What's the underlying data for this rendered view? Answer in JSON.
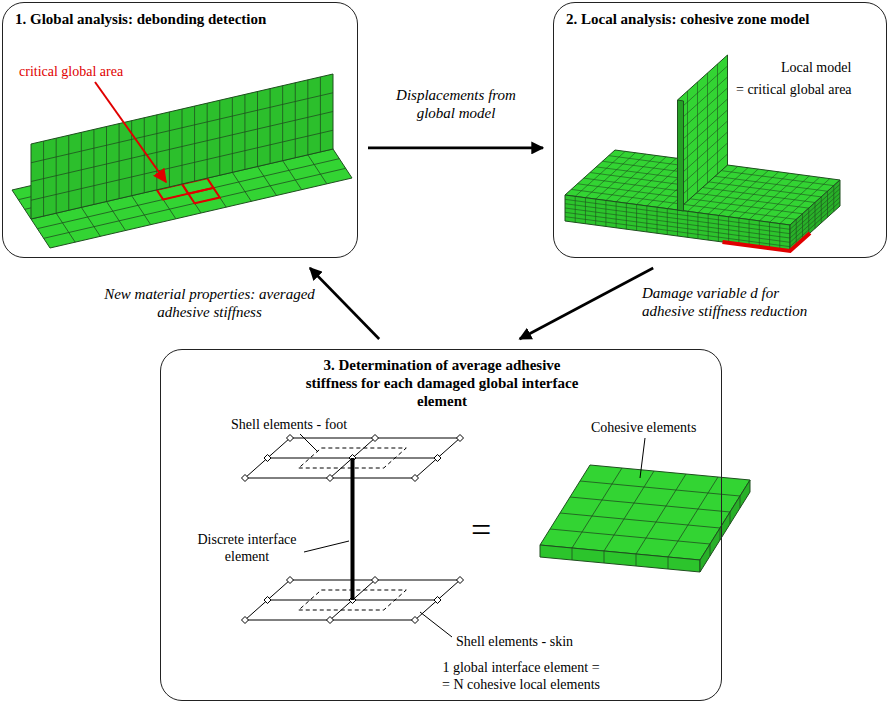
{
  "diagram": {
    "nodes": [
      {
        "text": [
          "1. Global analysis: debonding detection",
          "critical global area"
        ]
      },
      {
        "text": [
          "2. Local analysis: cohesive zone model",
          "Local model",
          "= critical global area"
        ]
      },
      {
        "text": [
          "3. Determination of average adhesive stiffness for each damaged global interface element",
          "Shell elements - foot",
          "Discrete interface element",
          "Shell elements - skin",
          "=",
          "Cohesive elements",
          "1 global interface element =",
          "= N cohesive local elements"
        ]
      }
    ],
    "edges": [
      {
        "from": 0,
        "to": 1,
        "arrow": "to",
        "label": "Displacements from global model"
      },
      {
        "from": 1,
        "to": 2,
        "arrow": "to",
        "label": "Damage variable d for adhesive stiffness reduction"
      },
      {
        "from": 2,
        "to": 0,
        "arrow": "to",
        "label": "New material properties: averaged adhesive stiffness"
      }
    ]
  }
}
